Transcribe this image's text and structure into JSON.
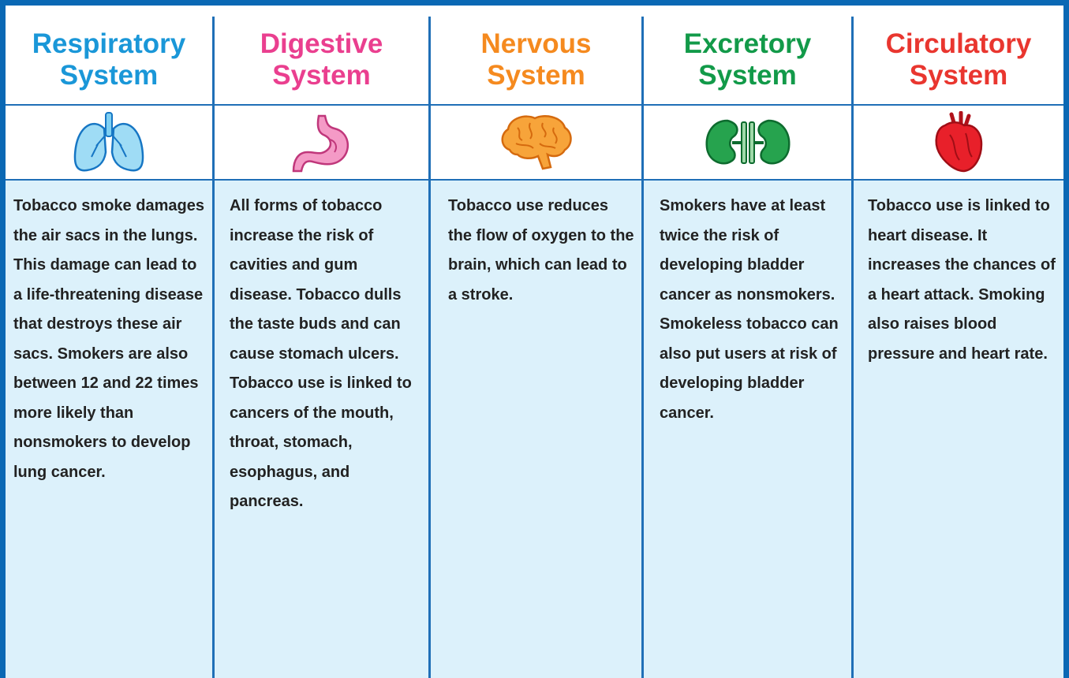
{
  "colors": {
    "frame": "#0a68b4",
    "panel": "#dcf1fb",
    "body_text": "#222222"
  },
  "columns": [
    {
      "title_line1": "Respiratory",
      "title_line2": "System",
      "color": "#1a97d8",
      "icon": "lungs-icon",
      "text": "Tobacco smoke damages the air sacs in the lungs. This damage can lead to a life-threatening disease that destroys these air sacs. Smokers are also between 12 and 22 times more likely than nonsmokers to develop lung cancer."
    },
    {
      "title_line1": "Digestive",
      "title_line2": "System",
      "color": "#ea3f8f",
      "icon": "stomach-icon",
      "text": "All forms of tobacco increase the risk of cavities and gum disease. Tobacco dulls the taste buds and can cause stomach ulcers. Tobacco use is linked to cancers of the mouth, throat, stomach, esophagus, and pancreas."
    },
    {
      "title_line1": "Nervous",
      "title_line2": "System",
      "color": "#f58a1f",
      "icon": "brain-icon",
      "text": "Tobacco use reduces the flow of oxygen to the brain, which can lead to a stroke."
    },
    {
      "title_line1": "Excretory",
      "title_line2": "System",
      "color": "#129a49",
      "icon": "kidneys-icon",
      "text": "Smokers have at least twice the risk of developing bladder cancer as nonsmokers. Smokeless tobacco can also put users at risk of developing bladder cancer."
    },
    {
      "title_line1": "Circulatory",
      "title_line2": "System",
      "color": "#e9362f",
      "icon": "heart-icon",
      "text": "Tobacco use is linked to heart disease. It increases the chances of a heart attack. Smoking also raises blood pressure and heart rate."
    }
  ]
}
